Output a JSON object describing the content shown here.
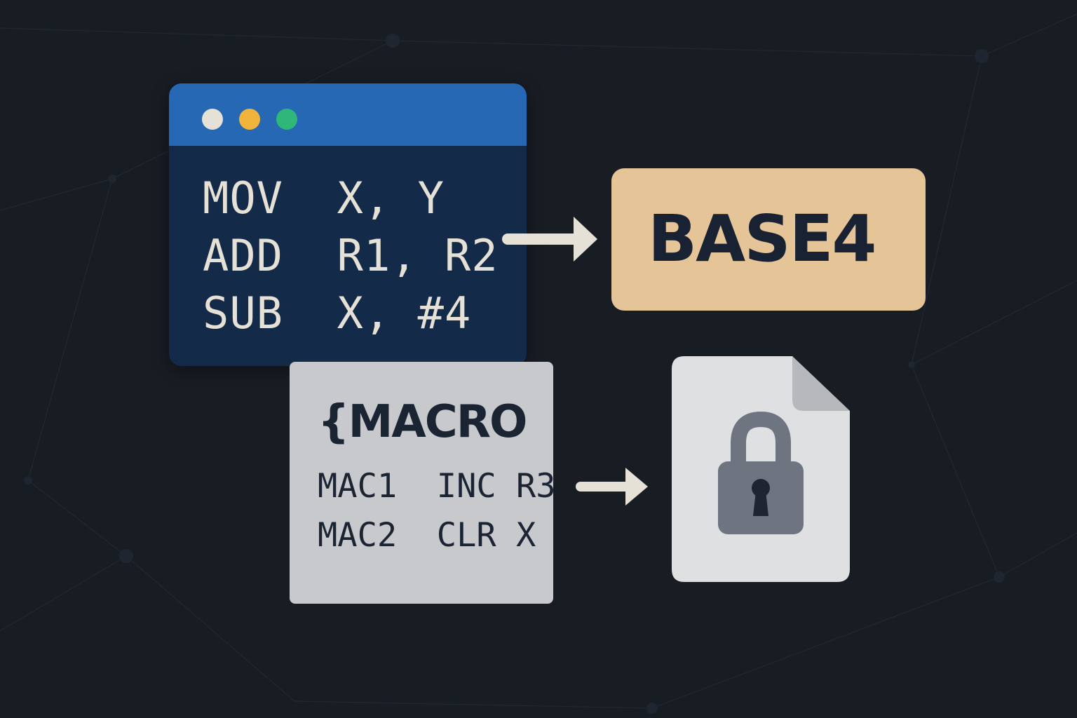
{
  "colors": {
    "background": "#181c23",
    "window_titlebar": "#2668b3",
    "window_body": "#142a49",
    "code_text": "#e6e1d6",
    "base_card": "#e5c598",
    "macro_card": "#c8c9cd",
    "dark_text": "#1a2433",
    "arrow": "#e6e1d6",
    "file_body": "#dfe0e2",
    "file_fold": "#b7b8bc",
    "lock": "#6f7580",
    "keyhole": "#1e2530"
  },
  "window_dots": [
    "#e6e1d6",
    "#f0b43c",
    "#2fb77a"
  ],
  "code_window": {
    "lines": [
      "MOV  X, Y",
      "ADD  R1, R2",
      "SUB  X, #4"
    ]
  },
  "base_card": {
    "label": "BASE4"
  },
  "macro_card": {
    "title": "{MACRO",
    "lines": [
      "MAC1  INC R3",
      "MAC2  CLR X"
    ]
  },
  "icons": {
    "arrow_top": "arrow-right-icon",
    "arrow_bottom": "arrow-right-icon",
    "file": "locked-file-icon"
  }
}
